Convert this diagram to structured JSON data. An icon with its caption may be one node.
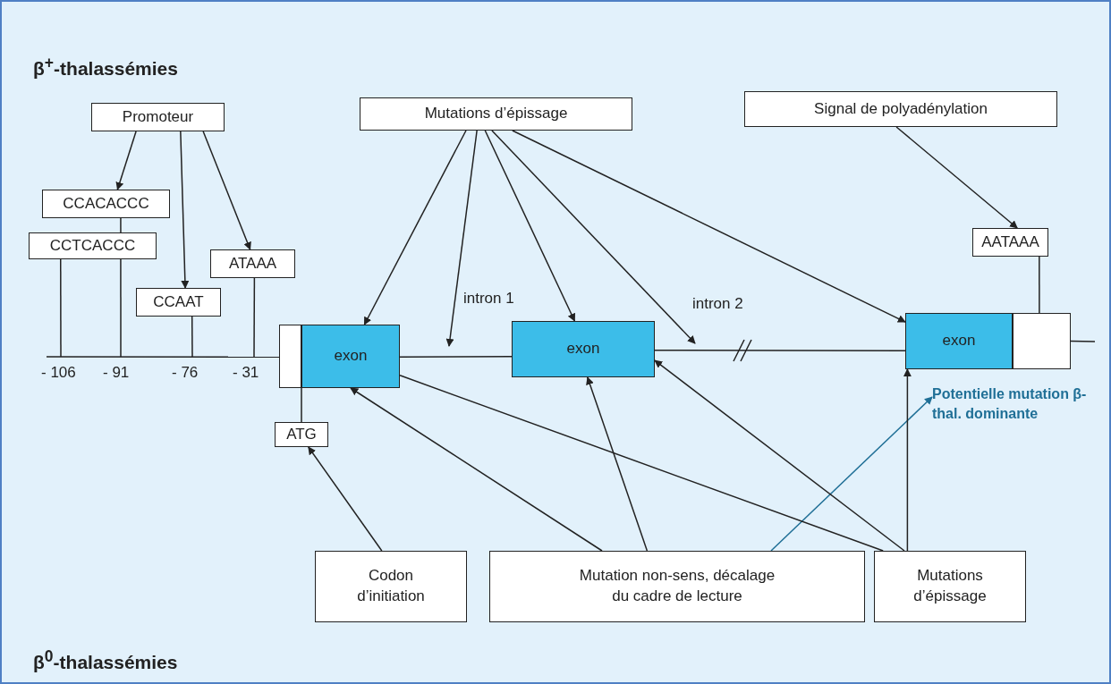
{
  "diagram": {
    "nodes": [
      {
        "text": [
          "Promoteur"
        ]
      },
      {
        "text": [
          "CCACACCC"
        ]
      },
      {
        "text": [
          "CCTCACCC"
        ]
      },
      {
        "text": [
          "CCAAT"
        ]
      },
      {
        "text": [
          "ATAAA"
        ]
      },
      {
        "text": [
          "Mutations d’épissage"
        ]
      },
      {
        "text": [
          "Signal de polyadénylation"
        ]
      },
      {
        "text": [
          "AATAAA"
        ]
      },
      {
        "text": [
          "exon"
        ]
      },
      {
        "text": [
          "exon"
        ]
      },
      {
        "text": [
          "exon"
        ]
      },
      {
        "text": [
          "ATG"
        ]
      },
      {
        "text": [
          "Codon d’initiation"
        ]
      },
      {
        "text": [
          "Mutation non-sens, décalage du cadre de lecture"
        ]
      },
      {
        "text": [
          "Mutations d’épissage"
        ]
      },
      {
        "text": [
          "Potentielle mutation β-thal. dominante"
        ]
      },
      {
        "text": [],
        "shape": "box"
      },
      {
        "text": [],
        "shape": "box"
      }
    ],
    "edges": [
      {
        "from": 0,
        "to": 1,
        "arrow": "to"
      },
      {
        "from": 0,
        "to": 3,
        "arrow": "to"
      },
      {
        "from": 0,
        "to": 4,
        "arrow": "to"
      },
      {
        "from": 1,
        "to": 2,
        "arrow": "none"
      },
      {
        "from": 2,
        "to": null,
        "arrow": "none"
      },
      {
        "from": 2,
        "to": null,
        "arrow": "none"
      },
      {
        "from": 3,
        "to": null,
        "arrow": "none"
      },
      {
        "from": 4,
        "to": null,
        "arrow": "none"
      },
      {
        "from": 5,
        "to": 8,
        "arrow": "to"
      },
      {
        "from": 5,
        "to": null,
        "arrow": "to"
      },
      {
        "from": 5,
        "to": 9,
        "arrow": "to"
      },
      {
        "from": 5,
        "to": null,
        "arrow": "to"
      },
      {
        "from": 5,
        "to": 10,
        "arrow": "to"
      },
      {
        "from": 6,
        "to": 7,
        "arrow": "to"
      },
      {
        "from": 7,
        "to": 17,
        "arrow": "none"
      },
      {
        "from": 11,
        "to": 8,
        "arrow": "none"
      },
      {
        "from": 12,
        "to": 11,
        "arrow": "to"
      },
      {
        "from": 13,
        "to": 8,
        "arrow": "to"
      },
      {
        "from": 13,
        "to": 9,
        "arrow": "to"
      },
      {
        "from": 13,
        "to": 15,
        "arrow": "to",
        "color": "#1f6f96"
      },
      {
        "from": 14,
        "to": 8,
        "arrow": "none"
      },
      {
        "from": 14,
        "to": 9,
        "arrow": "to"
      },
      {
        "from": 14,
        "to": 10,
        "arrow": "to"
      },
      {
        "from": null,
        "to": 16,
        "arrow": "none"
      },
      {
        "from": 8,
        "to": 9,
        "arrow": "none"
      },
      {
        "from": 9,
        "to": 10,
        "arrow": "none"
      },
      {
        "from": 17,
        "to": null,
        "arrow": "none"
      }
    ],
    "labels": [
      "β$^{+}$-thalassémies",
      "intron 1",
      "intron 2",
      "- 106",
      "- 91",
      "- 76",
      "- 31",
      "β$^{0}$-thalassémies"
    ]
  }
}
